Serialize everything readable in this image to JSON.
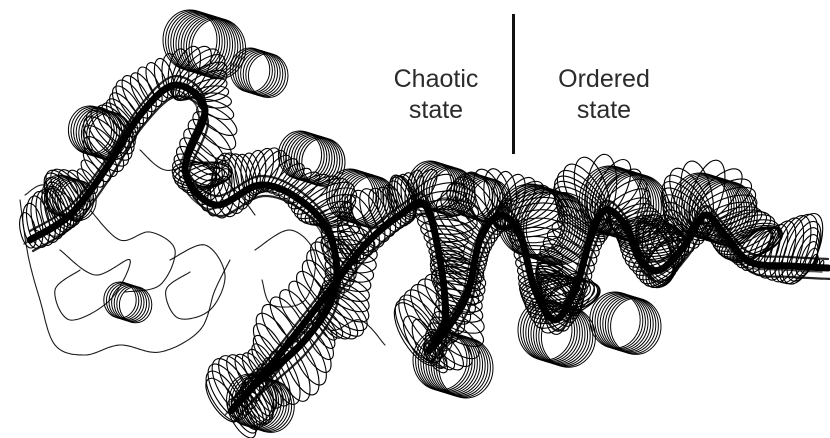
{
  "labels": {
    "chaotic_line1": "Chaotic",
    "chaotic_line2": "state",
    "ordered_line1": "Ordered",
    "ordered_line2": "state"
  },
  "colors": {
    "ink": "#000000",
    "label_text": "#2b2b2b",
    "divider": "#111111",
    "background": "#ffffff"
  }
}
